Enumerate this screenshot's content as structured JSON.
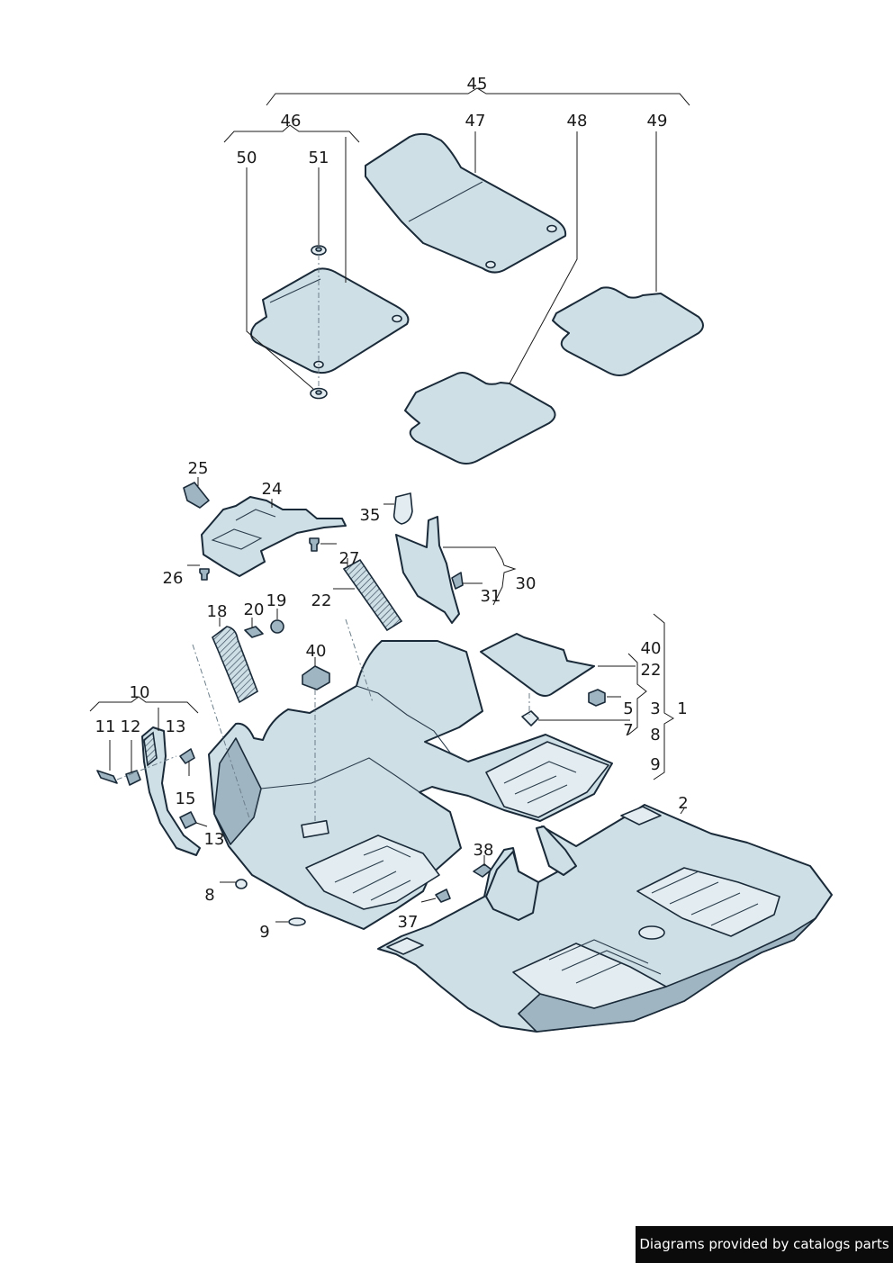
{
  "diagram": {
    "callouts": {
      "c45": "45",
      "c46": "46",
      "c47": "47",
      "c48": "48",
      "c49": "49",
      "c50": "50",
      "c51": "51",
      "c25": "25",
      "c24": "24",
      "c26": "26",
      "c35": "35",
      "c27": "27",
      "c22a": "22",
      "c30": "30",
      "c31": "31",
      "c18": "18",
      "c20": "20",
      "c19": "19",
      "c40a": "40",
      "c40b": "40",
      "c22b": "22",
      "c3": "3",
      "c1": "1",
      "c5": "5",
      "c7": "7",
      "c8a": "8",
      "c9a": "9",
      "c10": "10",
      "c11": "11",
      "c12": "12",
      "c13a": "13",
      "c15": "15",
      "c13b": "13",
      "c2": "2",
      "c38": "38",
      "c8b": "8",
      "c37": "37",
      "c9b": "9"
    }
  },
  "footer": {
    "text": "Diagrams provided by catalogs parts"
  },
  "colors": {
    "part_fill": "#cfdfe6",
    "outline": "#1a2a38",
    "footer_bg": "#0b0b0b"
  }
}
